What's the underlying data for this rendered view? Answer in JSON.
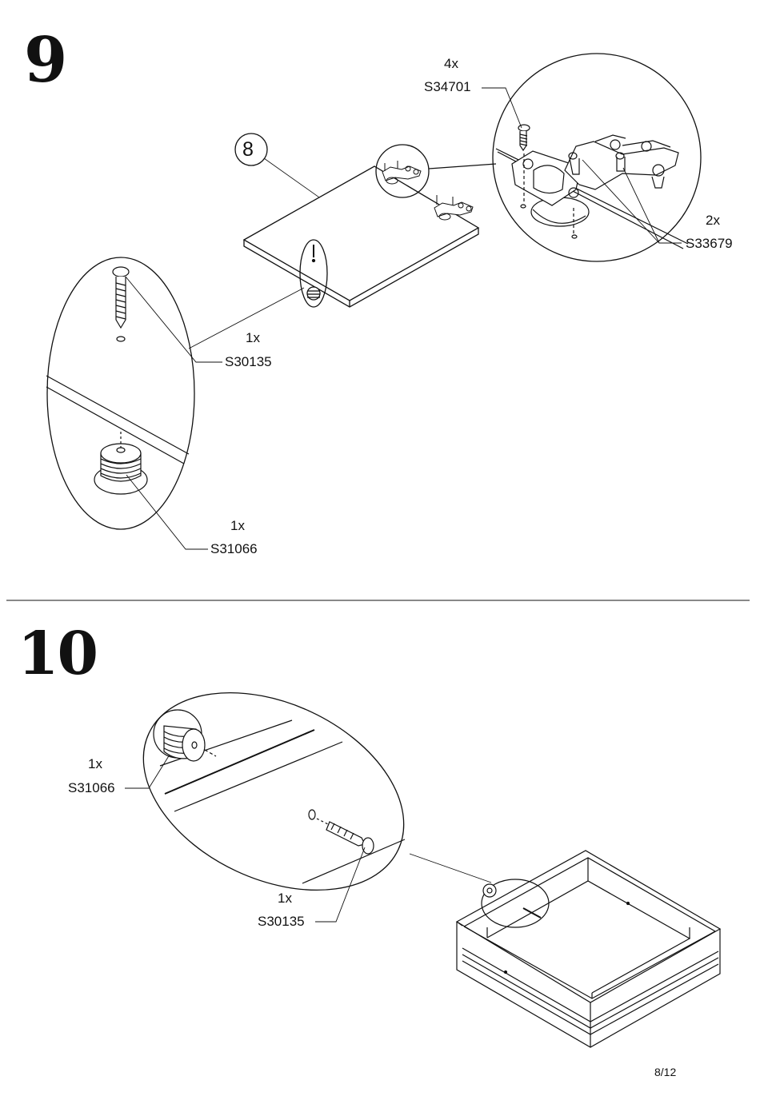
{
  "step9": {
    "number": "9",
    "panel_label": "8",
    "screw_hinge": {
      "qty": "4x",
      "code": "S34701"
    },
    "hinge": {
      "qty": "2x",
      "code": "S33679"
    },
    "screw": {
      "qty": "1x",
      "code": "S30135"
    },
    "knob": {
      "qty": "1x",
      "code": "S31066"
    }
  },
  "step10": {
    "number": "10",
    "knob": {
      "qty": "1x",
      "code": "S31066"
    },
    "screw": {
      "qty": "1x",
      "code": "S30135"
    }
  },
  "footer": {
    "page": "8/12"
  }
}
